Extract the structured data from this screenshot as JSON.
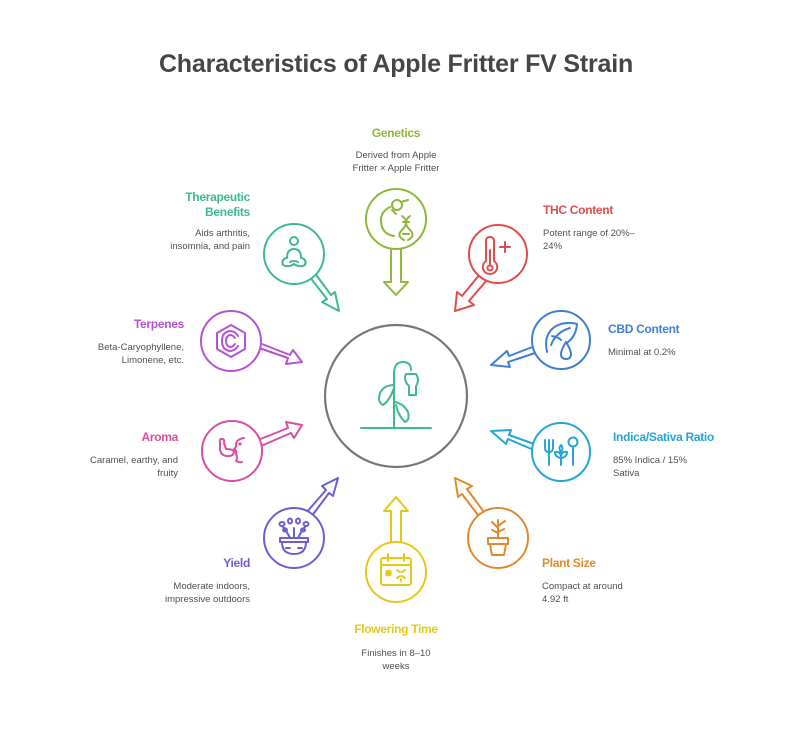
{
  "title": "Characteristics of Apple Fritter FV Strain",
  "center": {
    "icon": "wilted-plant-icon",
    "color": "#3fba8a",
    "ring_color": "#777777"
  },
  "items": [
    {
      "id": "genetics",
      "label": "Genetics",
      "description_lines": [
        "Derived from Apple",
        "Fritter × Apple Fritter"
      ],
      "icon": "genetics-dna-icon",
      "color": "#8db83a"
    },
    {
      "id": "thc",
      "label": "THC Content",
      "description_lines": [
        "Potent range of 20%–",
        "24%"
      ],
      "icon": "thermometer-plus-icon",
      "color": "#e14d4d"
    },
    {
      "id": "cbd",
      "label": "CBD Content",
      "description_lines": [
        "Minimal at 0.2%"
      ],
      "icon": "leaf-drop-icon",
      "color": "#3f7fd6"
    },
    {
      "id": "ratio",
      "label": "Indica/Sativa Ratio",
      "description_lines": [
        "85% Indica / 15%",
        "Sativa"
      ],
      "icon": "fork-spoon-leaf-icon",
      "color": "#27a6d6"
    },
    {
      "id": "size",
      "label": "Plant Size",
      "description_lines": [
        "Compact at around",
        "4.92 ft"
      ],
      "icon": "potted-plant-icon",
      "color": "#e08a2e"
    },
    {
      "id": "flowering",
      "label": "Flowering Time",
      "description_lines": [
        "Finishes in 8–10",
        "weeks"
      ],
      "icon": "calendar-flower-icon",
      "color": "#e3c81c"
    },
    {
      "id": "yield",
      "label": "Yield",
      "description_lines": [
        "Moderate indoors,",
        "impressive outdoors"
      ],
      "icon": "planter-icon",
      "color": "#6b5fd3"
    },
    {
      "id": "aroma",
      "label": "Aroma",
      "description_lines": [
        "Caramel, earthy, and",
        "fruity"
      ],
      "icon": "smell-face-icon",
      "color": "#d94ea0"
    },
    {
      "id": "terpenes",
      "label": "Terpenes",
      "description_lines": [
        "Beta-Caryophyllene,",
        "Limonene, etc."
      ],
      "icon": "hexagon-c-icon",
      "color": "#b453d6"
    },
    {
      "id": "therapeutic",
      "label": "Therapeutic Benefits",
      "label_lines": [
        "Therapeutic",
        "Benefits"
      ],
      "description_lines": [
        "Aids arthritis,",
        "insomnia, and pain"
      ],
      "icon": "meditation-icon",
      "color": "#3fba8a"
    }
  ]
}
